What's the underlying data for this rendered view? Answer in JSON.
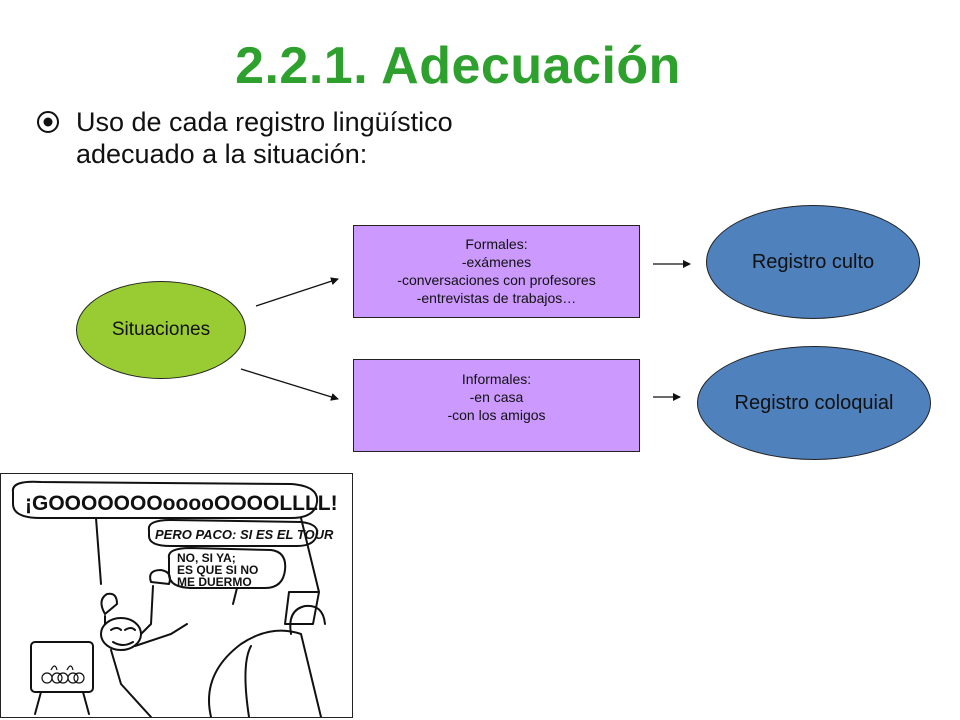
{
  "title": "2.2.1. Adecuación",
  "bullet": {
    "icon": "target-bullet-icon",
    "line1": "Uso de cada registro lingüístico",
    "line2": "adecuado a la situación:"
  },
  "diagram": {
    "source": "Situaciones",
    "formal": {
      "heading": "Formales:",
      "items": [
        "-exámenes",
        "-conversaciones con profesores",
        "-entrevistas de trabajos…"
      ]
    },
    "informal": {
      "heading": "Informales:",
      "items": [
        "-en casa",
        "-con los amigos"
      ]
    },
    "result_formal": "Registro culto",
    "result_informal": "Registro coloquial",
    "colors": {
      "title": "#2ea02e",
      "situaciones": "#99cc33",
      "registros": "#4f81bd",
      "boxes": "#cc99ff"
    }
  },
  "cartoon": {
    "speech_main": "¡GOOOOOOOooooOOOOLLLL!",
    "speech_2": "PERO PACO: SI ES EL TOUR",
    "speech_3a": "NO, SI YA;",
    "speech_3b": "ES QUE SI NO",
    "speech_3c": "ME DUERMO"
  }
}
